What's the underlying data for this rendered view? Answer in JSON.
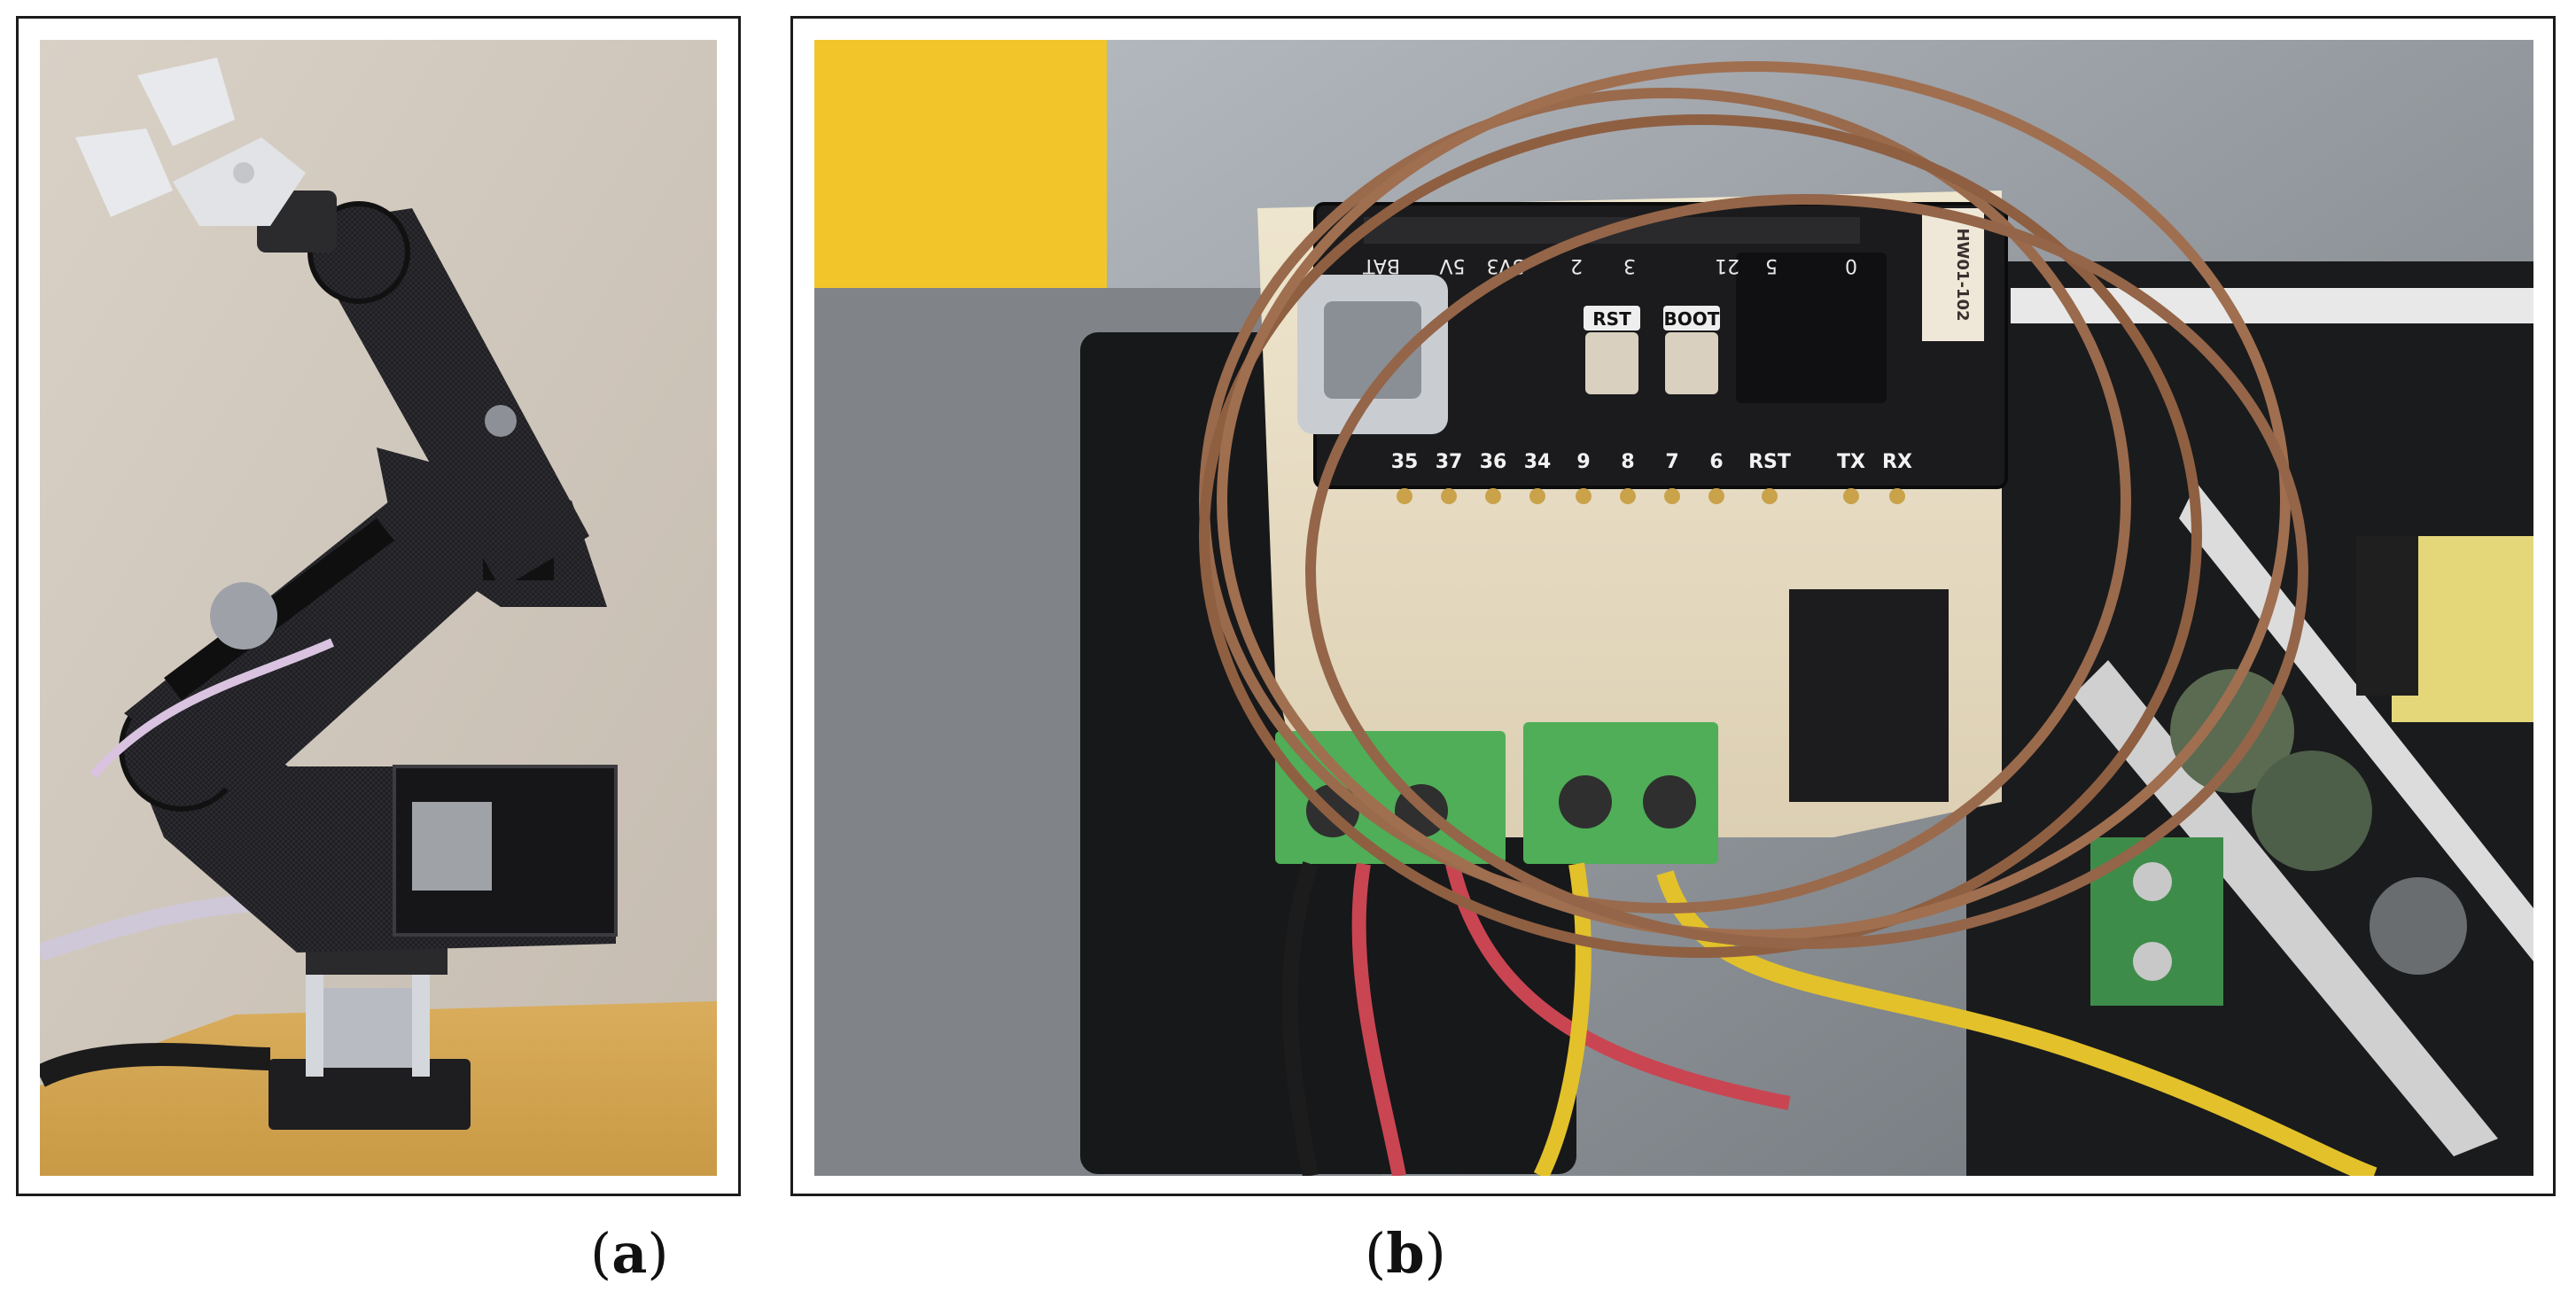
{
  "figure": {
    "panels": [
      {
        "id": "a",
        "caption_open": "(",
        "caption_letter": "a",
        "caption_close": ")"
      },
      {
        "id": "b",
        "caption_open": "(",
        "caption_letter": "b",
        "caption_close": ")"
      }
    ]
  },
  "board": {
    "top_pins": [
      "BAT",
      "5V",
      "3V3",
      "2",
      "3",
      "21",
      "5",
      "0"
    ],
    "bottom_pins": [
      "35",
      "37",
      "36",
      "34",
      "9",
      "8",
      "7",
      "6",
      "RST",
      "TX",
      "RX"
    ],
    "buttons": [
      "RST",
      "BOOT"
    ],
    "side_label": "HW01-102"
  },
  "colors": {
    "board": "#1b1b1d",
    "carrier_pcb": "#e7dcc4",
    "terminal_block": "#4fae57",
    "wire_brown": "#9a6a4c",
    "wire_yellow": "#e3c12a",
    "wire_red": "#c94552",
    "robot_frame": "#1f1f22",
    "background_wall": "#cfc6bb"
  }
}
